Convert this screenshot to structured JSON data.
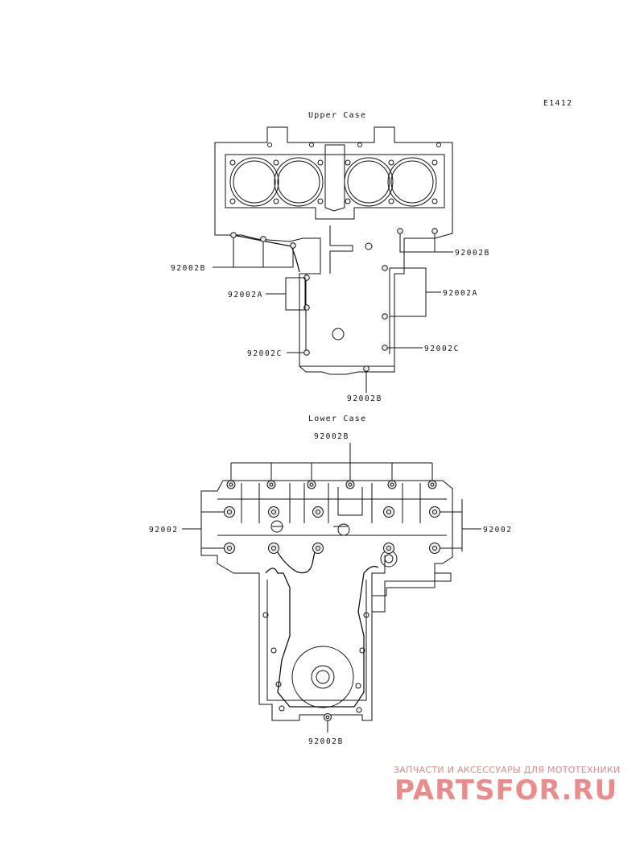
{
  "diagram_code": "E1412",
  "upper": {
    "title": "Upper Case",
    "labels": [
      "92002B",
      "92002A",
      "92002C",
      "92002B",
      "92002A",
      "92002C",
      "92002B"
    ]
  },
  "lower": {
    "title": "Lower Case",
    "labels": [
      "92002B",
      "92002",
      "92002",
      "92002B"
    ]
  },
  "watermark": {
    "tagline": "ЗАПЧАСТИ И АКСЕССУАРЫ ДЛЯ МОТОТЕХНИКИ",
    "logo": "PARTSFOR.RU"
  }
}
